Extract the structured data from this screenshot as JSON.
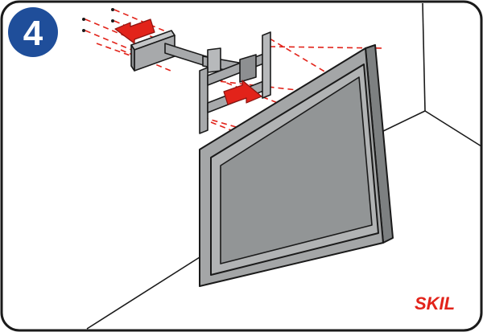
{
  "step": {
    "number": "4"
  },
  "brand": {
    "name": "SKIL"
  },
  "colors": {
    "step_badge": "#1f4e9a",
    "brand_red": "#e2231a",
    "arrow_red": "#e2231a",
    "guide_line": "#e2231a",
    "tv_frame": "#a4a6a7",
    "tv_screen": "#929596",
    "bracket": "#a7a9ab",
    "outline": "#1a1a1a"
  },
  "icons": [
    "step-number-badge",
    "wall-bracket",
    "tv-set",
    "arrow-left",
    "arrow-right",
    "screw",
    "skil-logo"
  ]
}
